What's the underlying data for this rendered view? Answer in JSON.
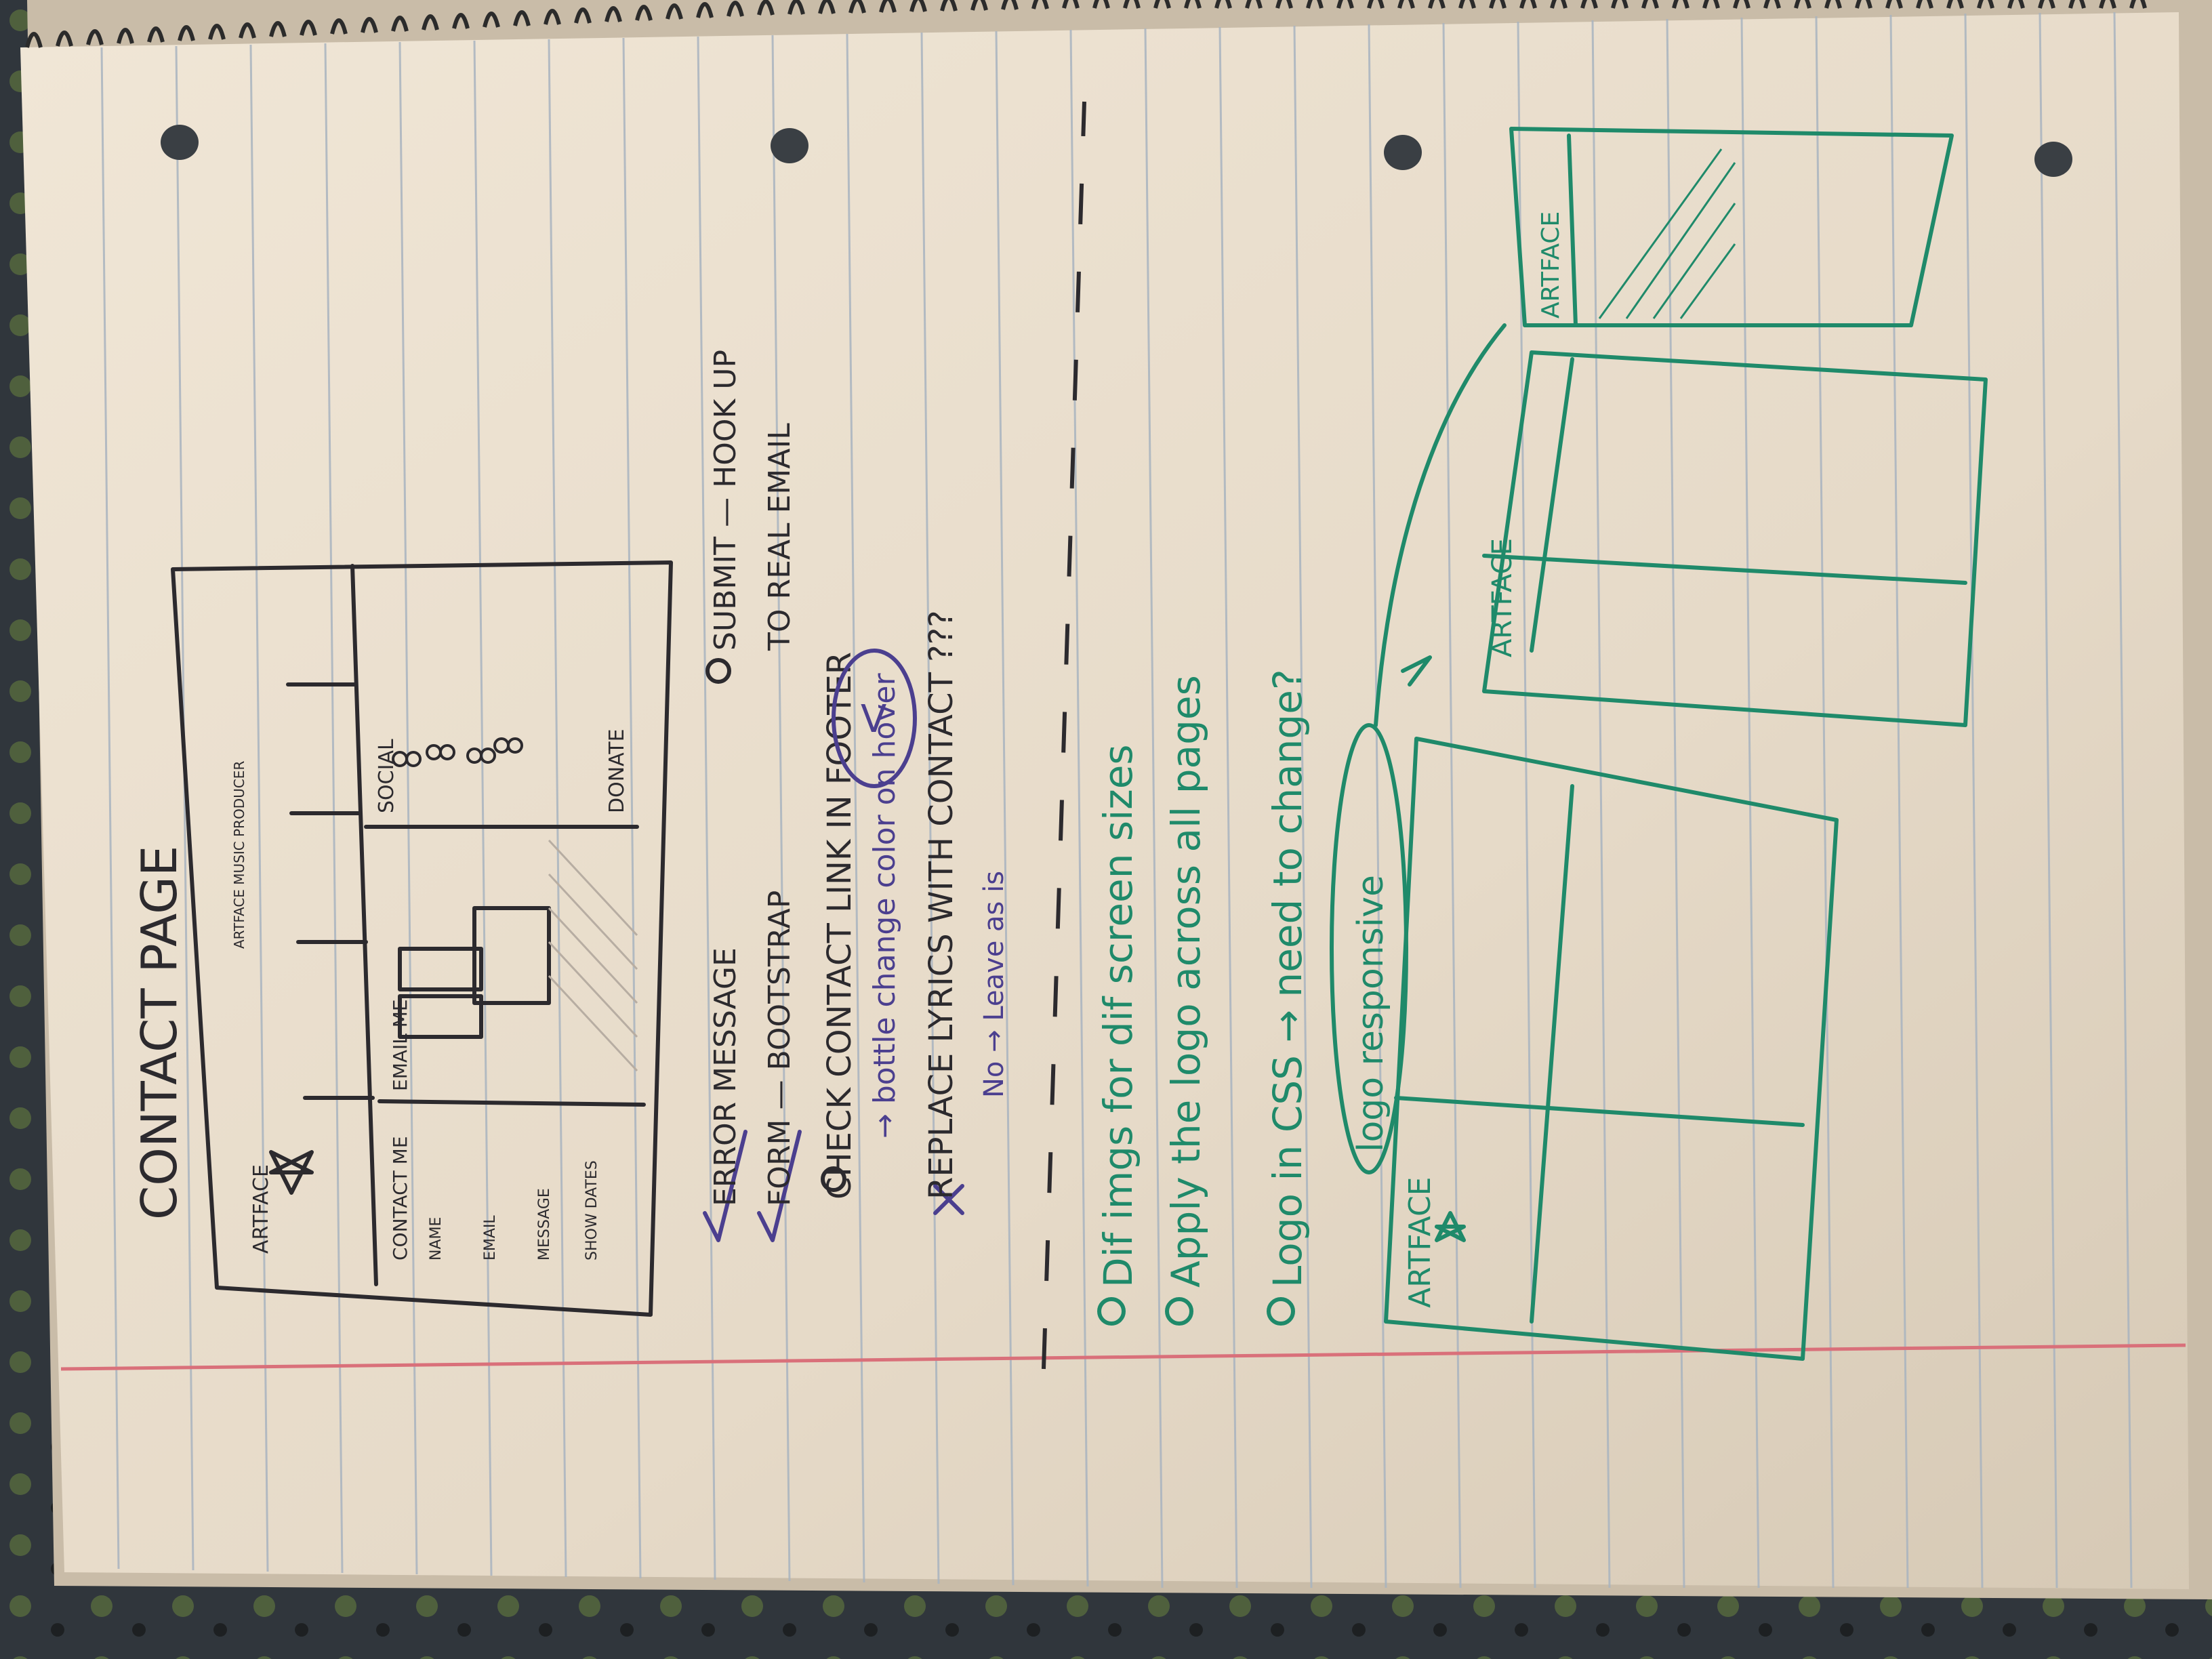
{
  "page_title": "CONTACT PAGE",
  "wireframe_1": {
    "logo": "ARTFACE",
    "header_text": "ARTFACE MUSIC PRODUCER",
    "left_col": {
      "heading": "CONTACT ME",
      "fields": [
        "NAME",
        "EMAIL",
        "MESSAGE",
        "SHOW DATES"
      ]
    },
    "center_label": "EMAIL ME",
    "right_label": "SOCIAL",
    "donate": "DONATE"
  },
  "notes_black": {
    "error": "ERROR MESSAGE",
    "form": "FORM — BOOTSTRAP",
    "check": "CHECK CONTACT LINK IN FOOTER",
    "replace": "REPLACE LYRICS WITH CONTACT ???",
    "submit_1": "SUBMIT — HOOK UP",
    "submit_2": "TO REAL EMAIL"
  },
  "notes_blue": {
    "hover": "→ bottle change color on hover",
    "no_leave": "No → Leave as is"
  },
  "notes_green": {
    "line1": "Dif imgs for dif screen sizes",
    "line2": "Apply the logo across all pages",
    "line3": "Logo in CSS → need to change?",
    "logo_responsive": "logo responsive"
  },
  "wireframe_2": {
    "logo_large": "ARTFACE",
    "logo_medium": "ARTFACE",
    "logo_small": "ARTFACE"
  },
  "colors": {
    "paper": "#ece2d2",
    "ink_black": "#2c2a2e",
    "ink_blue": "#4b3f8f",
    "ink_green": "#1f8a6a",
    "margin_red": "#d9707a",
    "rule_line": "#a9b4c0"
  }
}
